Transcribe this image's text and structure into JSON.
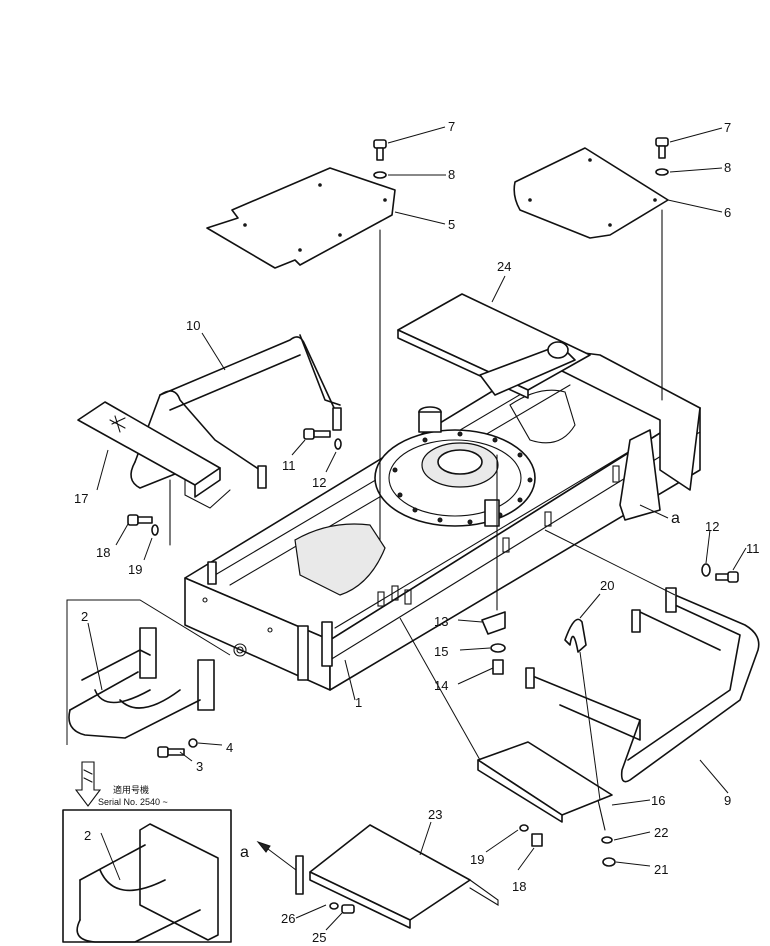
{
  "callouts": {
    "c1": "1",
    "c2a": "2",
    "c2b": "2",
    "c3": "3",
    "c4": "4",
    "c5": "5",
    "c6": "6",
    "c7a": "7",
    "c7b": "7",
    "c8a": "8",
    "c8b": "8",
    "c9": "9",
    "c10": "10",
    "c11a": "11",
    "c11b": "11",
    "c12a": "12",
    "c12b": "12",
    "c13": "13",
    "c14": "14",
    "c15": "15",
    "c16": "16",
    "c17": "17",
    "c18a": "18",
    "c18b": "18",
    "c19a": "19",
    "c19b": "19",
    "c20": "20",
    "c21": "21",
    "c22": "22",
    "c23": "23",
    "c24": "24",
    "c25": "25",
    "c26": "26"
  },
  "view_marks": {
    "a_frame": "a",
    "a_step": "a"
  },
  "serial_note": {
    "label_jp": "適用号機",
    "serial": "Serial No. 2540 ~"
  }
}
